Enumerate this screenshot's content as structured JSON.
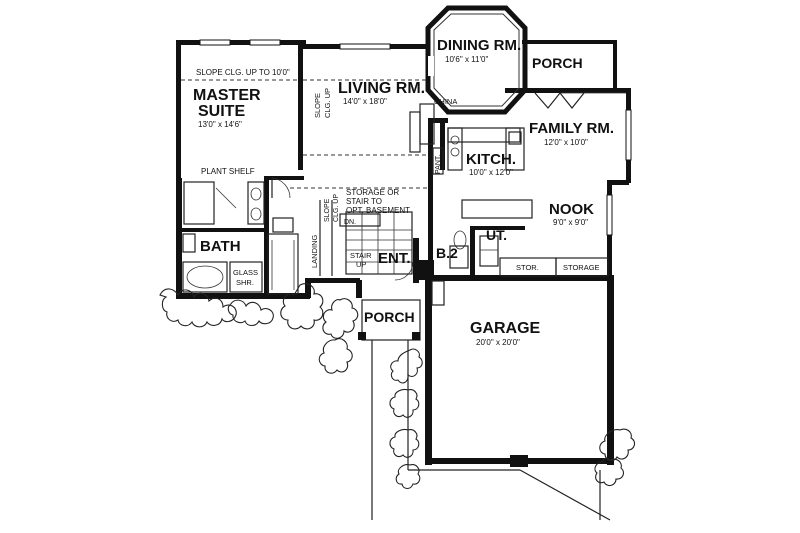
{
  "rooms": {
    "dining": {
      "name": "DINING RM.",
      "dims": "10'6\" x 11'0\""
    },
    "living": {
      "name": "LIVING RM.",
      "dims": "14'0\" x 18'0\""
    },
    "master": {
      "name_line1": "MASTER",
      "name_line2": "SUITE",
      "dims": "13'0\" x 14'6\""
    },
    "family": {
      "name": "FAMILY RM.",
      "dims": "12'0\" x 10'0\""
    },
    "kitchen": {
      "name": "KITCH.",
      "dims": "10'0\" x 12'0\""
    },
    "nook": {
      "name": "NOOK",
      "dims": "9'0\" x 9'0\""
    },
    "garage": {
      "name": "GARAGE",
      "dims": "20'0\" x 20'0\""
    },
    "bath": {
      "name": "BATH"
    },
    "b2": {
      "name": "B.2"
    },
    "utility": {
      "name": "UT."
    },
    "entry": {
      "name": "ENT."
    },
    "porch_front": {
      "name": "PORCH"
    },
    "porch_rear": {
      "name": "PORCH"
    }
  },
  "notes": {
    "slope_ceiling": "SLOPE CLG. UP TO 10'0\"",
    "living_slope_1": "SLOPE",
    "living_slope_2": "CLG. UP",
    "china": "CHINA",
    "pantry": "PANT.",
    "plant_shelf": "PLANT SHELF",
    "storage_stair_1": "STORAGE OR",
    "storage_stair_2": "STAIR TO",
    "storage_stair_3": "OPT. BASEMENT",
    "landing": "LANDING",
    "slope_clg_1": "SLOPE",
    "slope_clg_2": "CLG. UP",
    "stair_up_1": "STAIR",
    "stair_up_2": "UP",
    "glass_shr_1": "GLASS",
    "glass_shr_2": "SHR.",
    "stor": "STOR.",
    "storage": "STORAGE",
    "dn": "DN."
  }
}
